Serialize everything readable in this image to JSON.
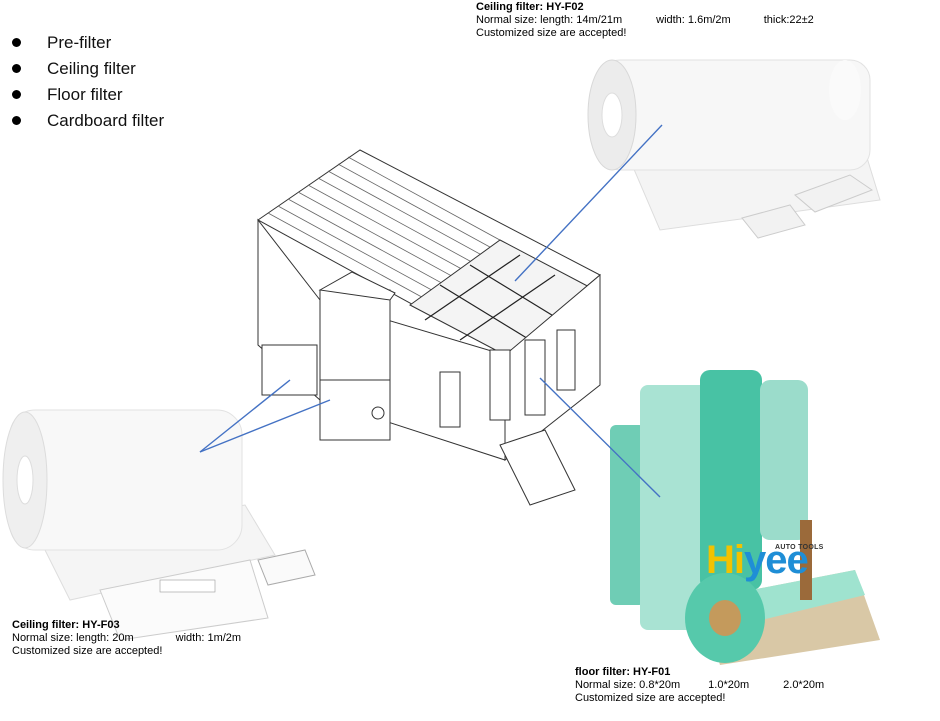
{
  "bullets": [
    {
      "label": "Pre-filter"
    },
    {
      "label": "Ceiling filter"
    },
    {
      "label": "Floor filter"
    },
    {
      "label": "Cardboard filter"
    }
  ],
  "ceiling_f02": {
    "title": "Ceiling filter: HY-F02",
    "line1_a": "Normal size: length: 14m/21m",
    "line1_b": "width: 1.6m/2m",
    "line1_c": "thick:22±2",
    "line2": "Customized size are accepted!"
  },
  "ceiling_f03": {
    "title": "Ceiling filter: HY-F03",
    "line1_a": "Normal size:    length: 20m",
    "line1_b": "width: 1m/2m",
    "line2": "Customized size are accepted!"
  },
  "floor_f01": {
    "title": "floor filter: HY-F01",
    "line1_a": "Normal size:   0.8*20m",
    "line1_b": "1.0*20m",
    "line1_c": "2.0*20m",
    "line2": "Customized size are accepted!"
  },
  "logo": {
    "brand_part1": "Hi",
    "brand_part2": "yee",
    "tagline": "AUTO TOOLS"
  },
  "colors": {
    "pointer_line": "#4472c4",
    "green_filter": "#7fd8c0",
    "brand_yellow": "#f2c200",
    "brand_blue": "#1f8ed6"
  }
}
